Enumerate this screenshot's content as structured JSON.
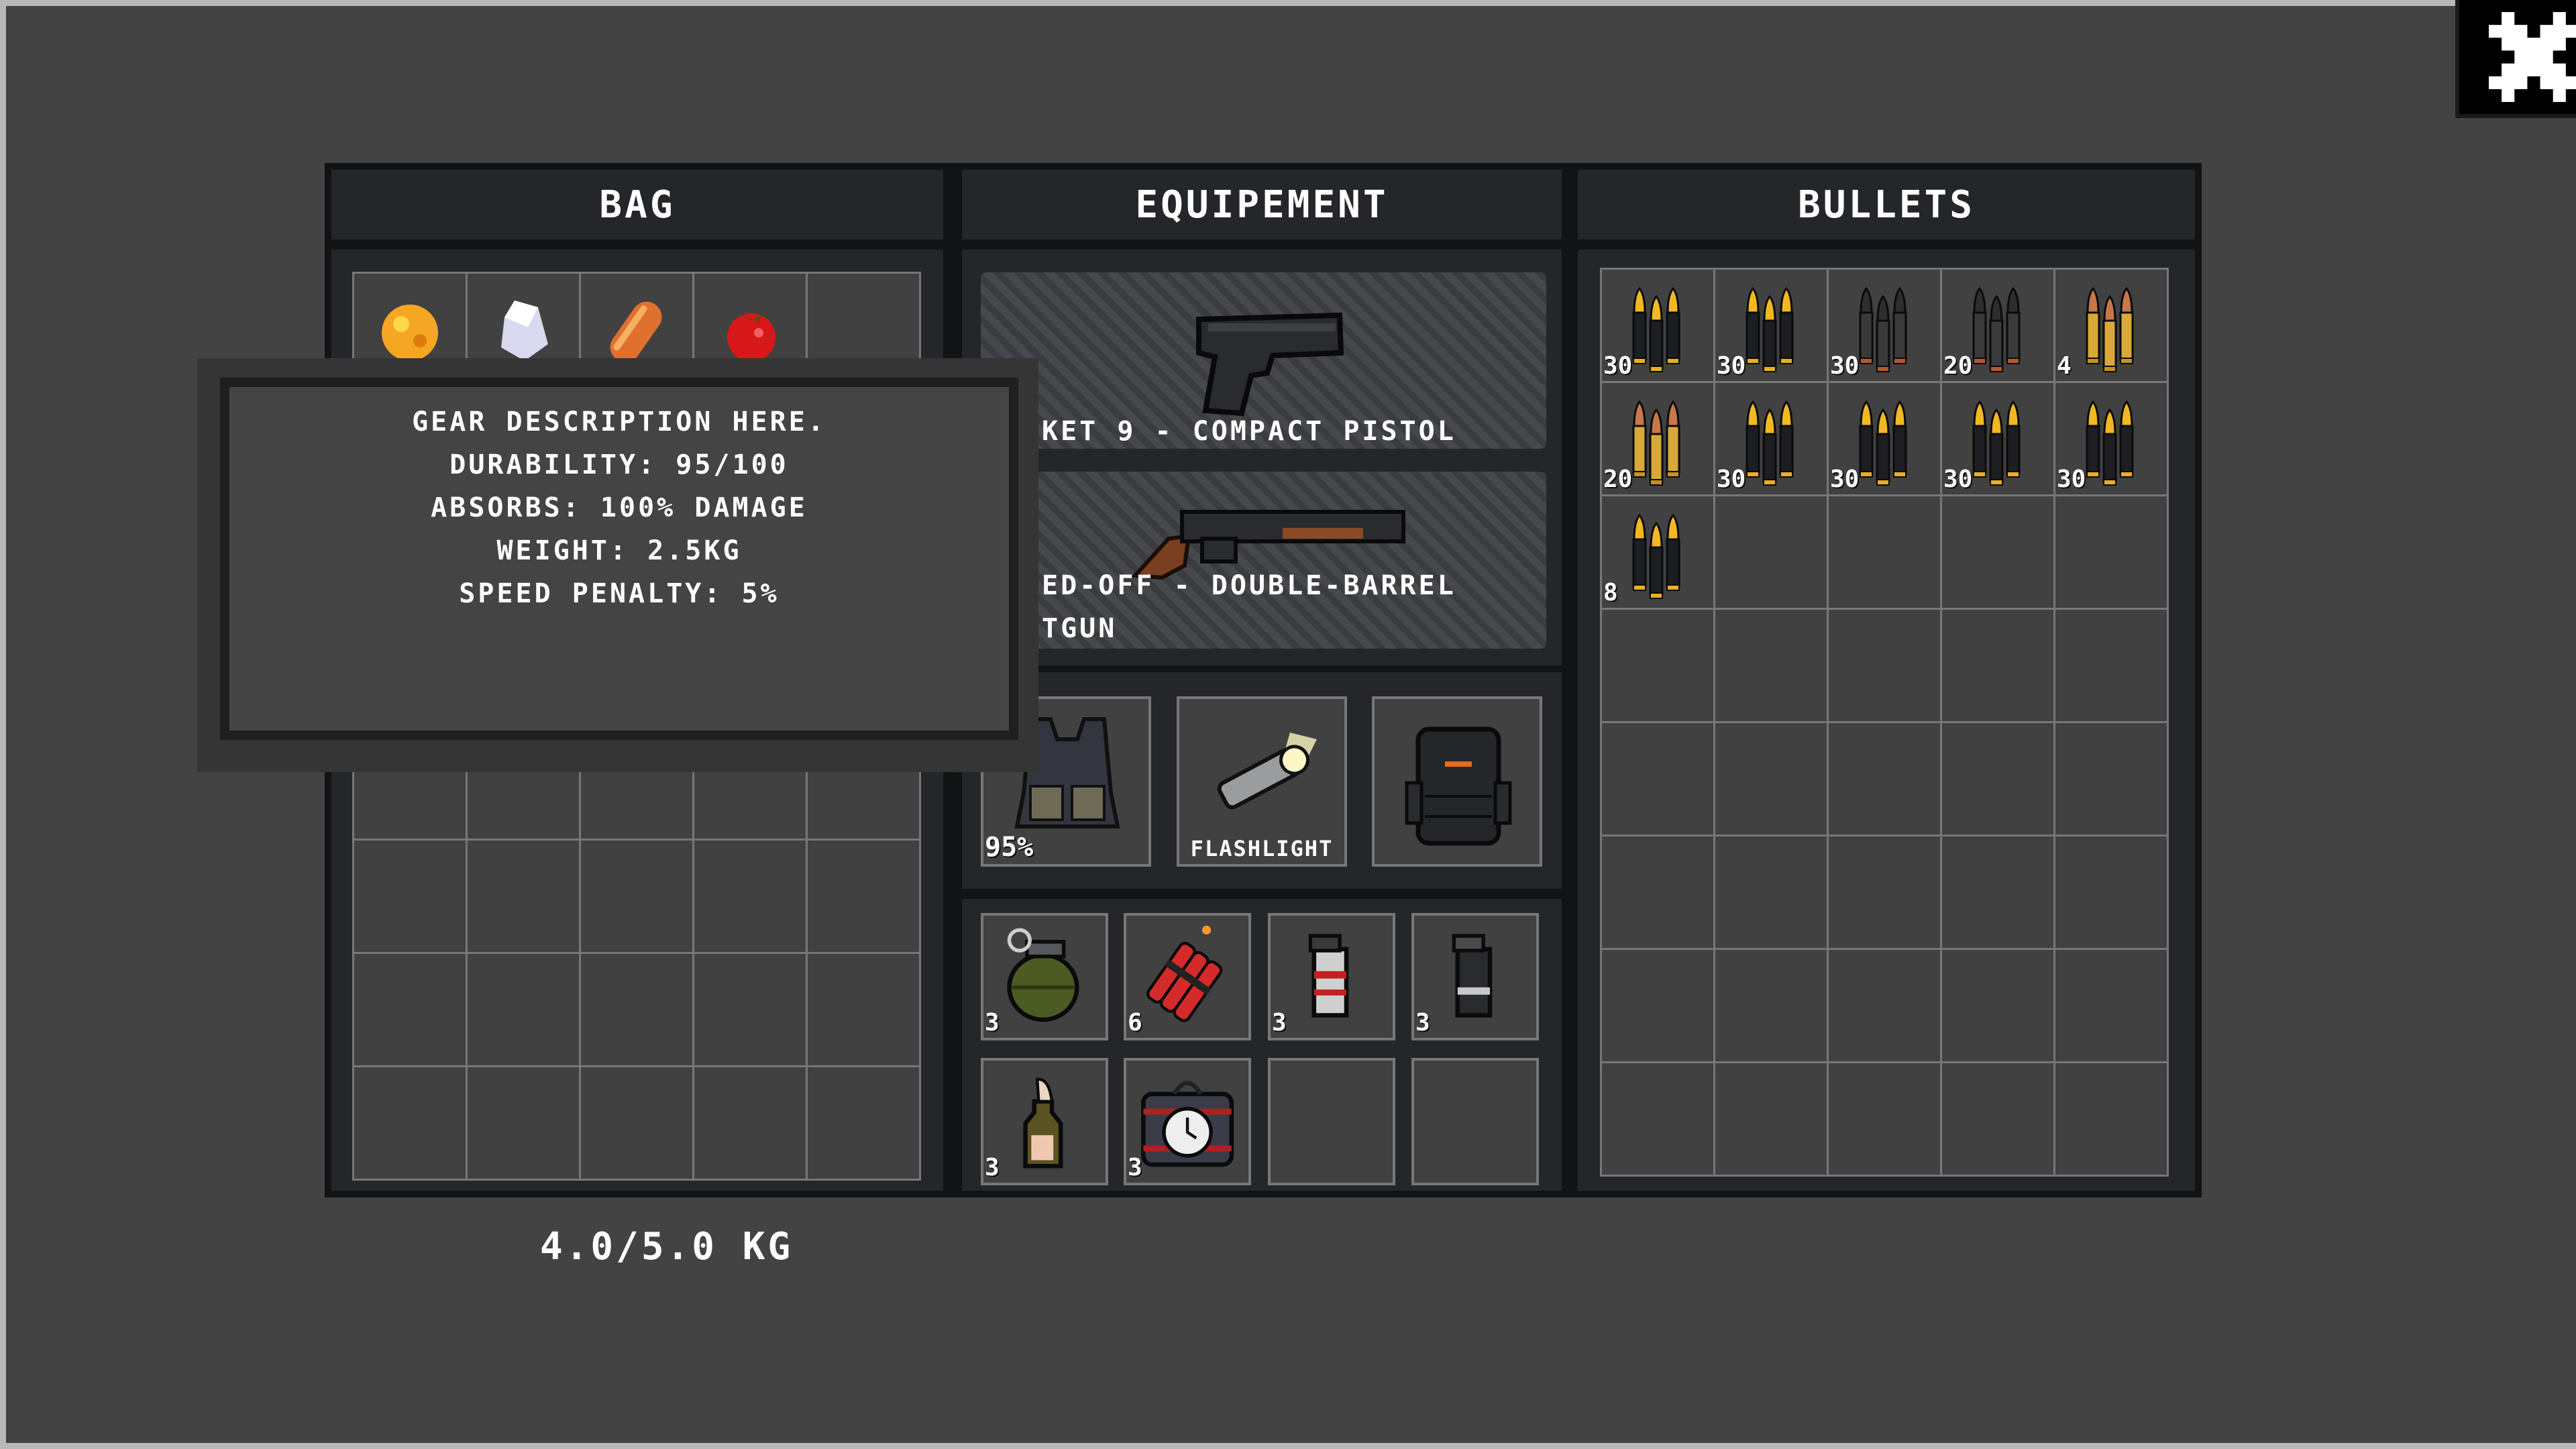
{
  "panels": {
    "bag": {
      "title": "BAG"
    },
    "equipment": {
      "title": "EQUIPEMENT"
    },
    "bullets": {
      "title": "BULLETS"
    }
  },
  "bag": {
    "items": [
      {
        "icon": "honeycomb-icon",
        "color": "#f5a623"
      },
      {
        "icon": "sugar-cubes-icon",
        "color": "#d8d8ee"
      },
      {
        "icon": "bread-icon",
        "color": "#e07030"
      },
      {
        "icon": "tomato-icon",
        "color": "#d81818"
      }
    ],
    "weight": "4.0/5.0 KG"
  },
  "tooltip": {
    "lines": [
      "GEAR DESCRIPTION HERE.",
      "DURABILITY: 95/100",
      "ABSORBS: 100% DAMAGE",
      "WEIGHT: 2.5KG",
      "SPEED PENALTY: 5%"
    ]
  },
  "equipment": {
    "weapons": [
      {
        "icon": "pistol-icon",
        "label_lines": [
          "KET 9 - COMPACT PISTOL"
        ]
      },
      {
        "icon": "shotgun-icon",
        "label_lines": [
          "ED-OFF - DOUBLE-BARREL",
          "TGUN"
        ]
      }
    ],
    "gear": [
      {
        "icon": "body-armor-icon",
        "label": "95%"
      },
      {
        "icon": "flashlight-icon",
        "label": "FLASHLIGHT"
      },
      {
        "icon": "backpack-icon",
        "label": ""
      }
    ],
    "throwables": [
      {
        "icon": "frag-grenade-icon",
        "count": "3"
      },
      {
        "icon": "dynamite-icon",
        "count": "6"
      },
      {
        "icon": "flashbang-grenade-icon",
        "count": "3"
      },
      {
        "icon": "smoke-grenade-icon",
        "count": "3"
      },
      {
        "icon": "molotov-icon",
        "count": "3"
      },
      {
        "icon": "time-bomb-icon",
        "count": "3"
      },
      null,
      null
    ]
  },
  "bullets": {
    "items": [
      {
        "type": "black-gold",
        "count": "30"
      },
      {
        "type": "black-gold",
        "count": "30"
      },
      {
        "type": "gray",
        "count": "30"
      },
      {
        "type": "gray",
        "count": "20"
      },
      {
        "type": "brass",
        "count": "4"
      },
      {
        "type": "brass",
        "count": "20"
      },
      {
        "type": "black-gold",
        "count": "30"
      },
      {
        "type": "black-gold",
        "count": "30"
      },
      {
        "type": "black-gold",
        "count": "30"
      },
      {
        "type": "black-gold",
        "count": "30"
      },
      {
        "type": "black-gold",
        "count": "8"
      }
    ],
    "palettes": {
      "black-gold": {
        "tip": "#f2b824",
        "case": "#1c1e22",
        "rim": "#e8b020"
      },
      "gray": {
        "tip": "#2e2e30",
        "case": "#3a3a3c",
        "rim": "#b05a2a"
      },
      "brass": {
        "tip": "#c87848",
        "case": "#d8a838",
        "rim": "#c89028"
      }
    }
  },
  "close_button": {
    "icon": "close-icon"
  }
}
